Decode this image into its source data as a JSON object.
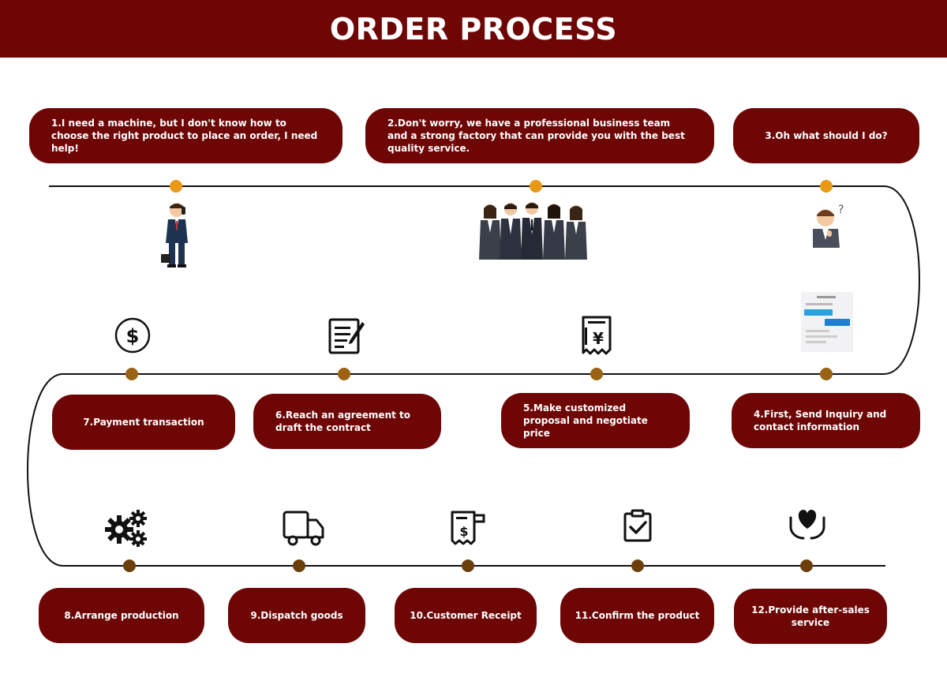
{
  "header": {
    "title": "ORDER PROCESS"
  },
  "steps": [
    {
      "label": "1.I need a machine, but I don't know how to choose the right product to place an order, I need help!"
    },
    {
      "label": "2.Don't worry, we have a professional business team and a strong factory that can provide you with the best quality service."
    },
    {
      "label": "3.Oh what should I do?"
    },
    {
      "label": "4.First, Send Inquiry and contact information"
    },
    {
      "label": "5.Make customized proposal and negotiate price"
    },
    {
      "label": "6.Reach an agreement to draft the contract"
    },
    {
      "label": "7.Payment transaction"
    },
    {
      "label": "8.Arrange production"
    },
    {
      "label": "9.Dispatch goods"
    },
    {
      "label": "10.Customer Receipt"
    },
    {
      "label": "11.Confirm the product"
    },
    {
      "label": "12.Provide after-sales service"
    }
  ],
  "icons": {
    "yen": "¥",
    "dollar": "$"
  },
  "colors": {
    "brand": "#6e0606",
    "dot_top": "#e89a17",
    "dot_lower": "#7a4a10",
    "line": "#111111"
  }
}
